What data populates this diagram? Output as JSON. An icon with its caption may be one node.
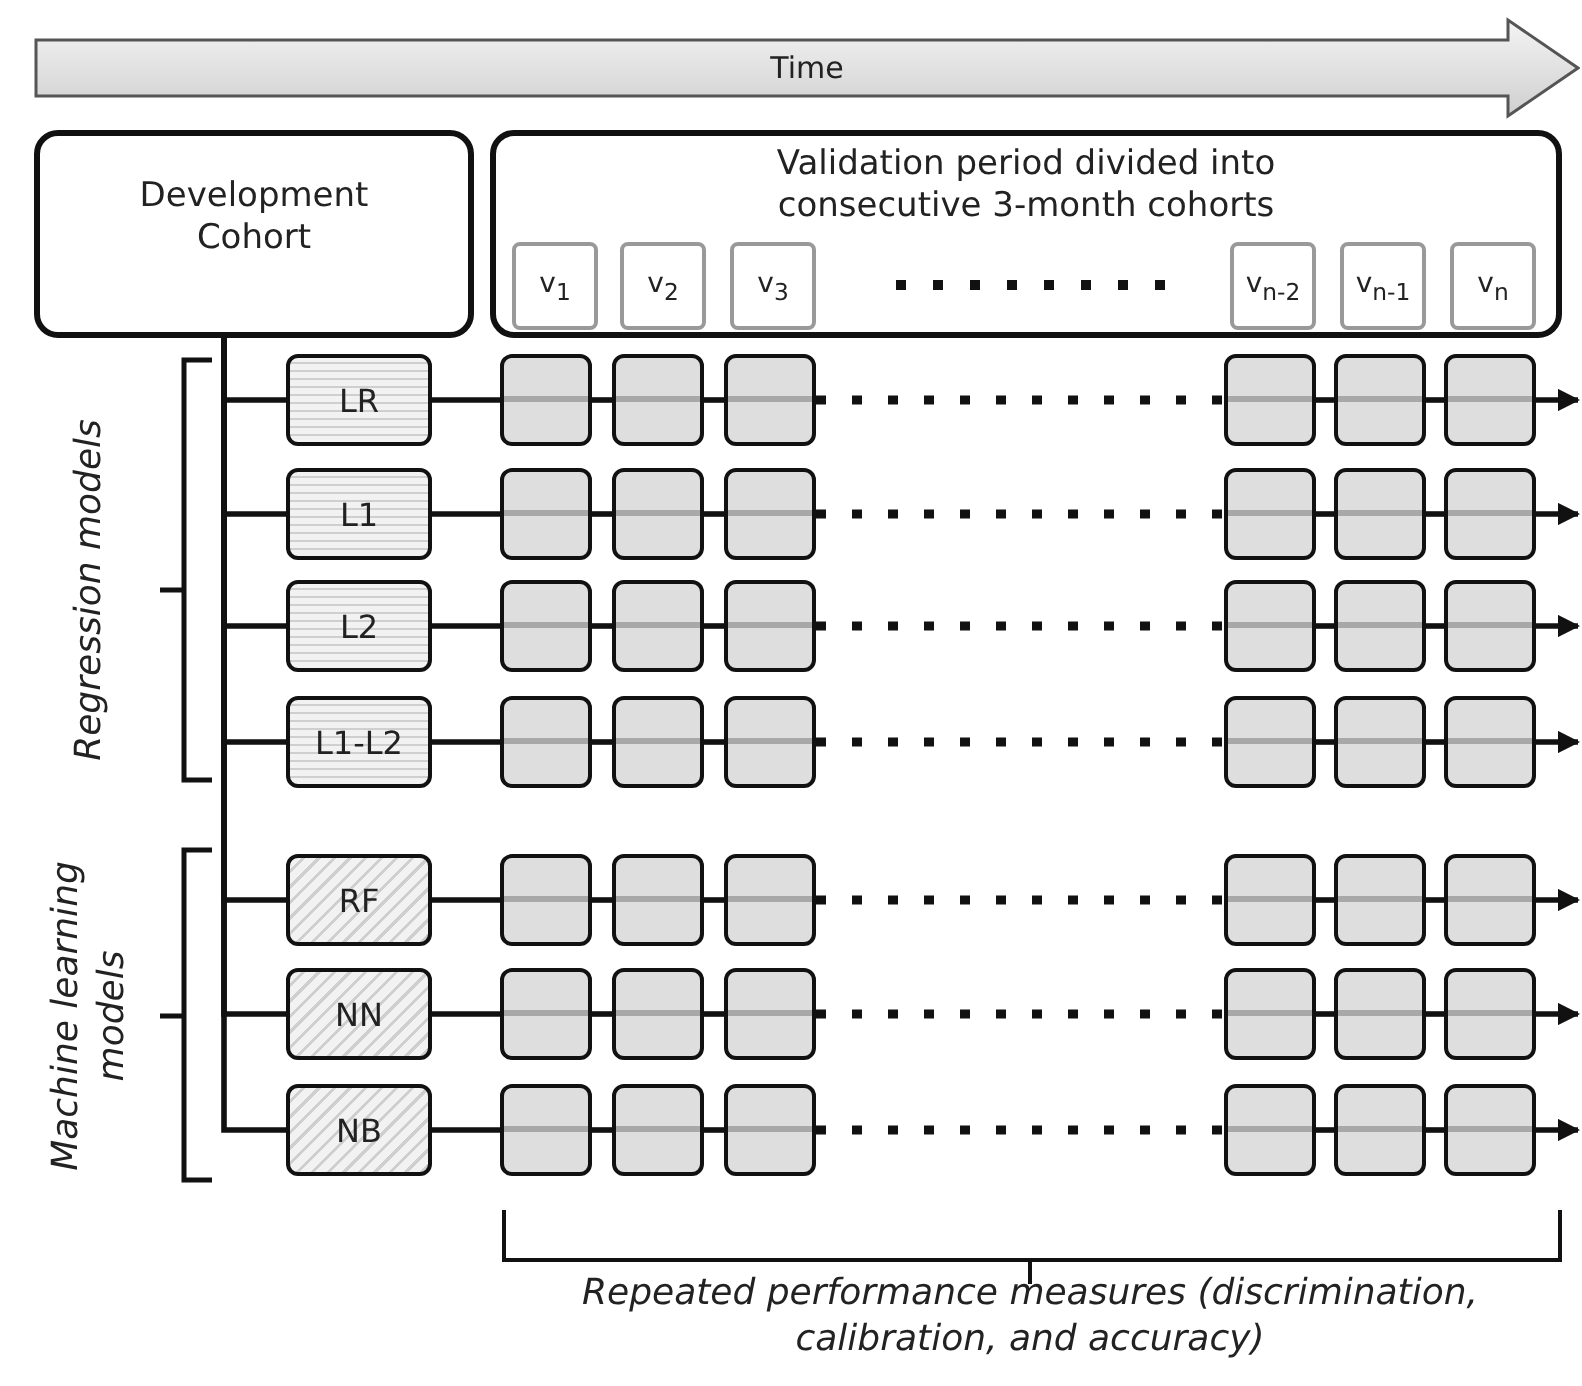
{
  "diagram": {
    "nodes": [
      {
        "text": [
          "Time"
        ]
      },
      {
        "text": [
          "Development Cohort"
        ]
      },
      {
        "text": [
          "Validation period divided into consecutive 3-month cohorts"
        ]
      },
      {
        "text": [
          "v$_{1}$"
        ],
        "in": 2
      },
      {
        "text": [
          "v$_{2}$"
        ],
        "in": 2
      },
      {
        "text": [
          "v$_{3}$"
        ],
        "in": 2
      },
      {
        "text": [
          "v$_{n-2}$"
        ],
        "in": 2
      },
      {
        "text": [
          "v$_{n-1}$"
        ],
        "in": 2
      },
      {
        "text": [
          "v$_{n}$"
        ],
        "in": 2
      },
      {
        "text": [
          "LR"
        ]
      },
      {
        "text": [],
        "shape": "box"
      },
      {
        "text": [],
        "shape": "box"
      },
      {
        "text": [],
        "shape": "box"
      },
      {
        "text": [],
        "shape": "box"
      },
      {
        "text": [],
        "shape": "box"
      },
      {
        "text": [],
        "shape": "box"
      },
      {
        "text": [
          "L1"
        ]
      },
      {
        "text": [],
        "shape": "box"
      },
      {
        "text": [],
        "shape": "box"
      },
      {
        "text": [],
        "shape": "box"
      },
      {
        "text": [],
        "shape": "box"
      },
      {
        "text": [],
        "shape": "box"
      },
      {
        "text": [],
        "shape": "box"
      },
      {
        "text": [
          "L2"
        ]
      },
      {
        "text": [],
        "shape": "box"
      },
      {
        "text": [],
        "shape": "box"
      },
      {
        "text": [],
        "shape": "box"
      },
      {
        "text": [],
        "shape": "box"
      },
      {
        "text": [],
        "shape": "box"
      },
      {
        "text": [],
        "shape": "box"
      },
      {
        "text": [
          "L1-L2"
        ]
      },
      {
        "text": [],
        "shape": "box"
      },
      {
        "text": [],
        "shape": "box"
      },
      {
        "text": [],
        "shape": "box"
      },
      {
        "text": [],
        "shape": "box"
      },
      {
        "text": [],
        "shape": "box"
      },
      {
        "text": [],
        "shape": "box"
      },
      {
        "text": [
          "RF"
        ]
      },
      {
        "text": [],
        "shape": "box"
      },
      {
        "text": [],
        "shape": "box"
      },
      {
        "text": [],
        "shape": "box"
      },
      {
        "text": [],
        "shape": "box"
      },
      {
        "text": [],
        "shape": "box"
      },
      {
        "text": [],
        "shape": "box"
      },
      {
        "text": [
          "NN"
        ]
      },
      {
        "text": [],
        "shape": "box"
      },
      {
        "text": [],
        "shape": "box"
      },
      {
        "text": [],
        "shape": "box"
      },
      {
        "text": [],
        "shape": "box"
      },
      {
        "text": [],
        "shape": "box"
      },
      {
        "text": [],
        "shape": "box"
      },
      {
        "text": [
          "NB"
        ]
      },
      {
        "text": [],
        "shape": "box"
      },
      {
        "text": [],
        "shape": "box"
      },
      {
        "text": [],
        "shape": "box"
      },
      {
        "text": [],
        "shape": "box"
      },
      {
        "text": [],
        "shape": "box"
      },
      {
        "text": [],
        "shape": "box"
      }
    ],
    "edges": [
      {
        "from": 1,
        "to": 9,
        "arrow": "none"
      },
      {
        "from": 1,
        "to": 16,
        "arrow": "none"
      },
      {
        "from": 1,
        "to": 23,
        "arrow": "none"
      },
      {
        "from": 1,
        "to": 30,
        "arrow": "none"
      },
      {
        "from": 1,
        "to": 37,
        "arrow": "none"
      },
      {
        "from": 1,
        "to": 44,
        "arrow": "none"
      },
      {
        "from": 1,
        "to": 51,
        "arrow": "none"
      },
      {
        "from": 9,
        "to": 10,
        "arrow": "none"
      },
      {
        "from": 10,
        "to": 11,
        "arrow": "none"
      },
      {
        "from": 11,
        "to": 12,
        "arrow": "none"
      },
      {
        "from": 12,
        "to": 13,
        "arrow": "none",
        "style": "dashed"
      },
      {
        "from": 13,
        "to": 14,
        "arrow": "none"
      },
      {
        "from": 14,
        "to": 15,
        "arrow": "none"
      },
      {
        "from": 15,
        "to": null,
        "arrow": "to"
      },
      {
        "from": 16,
        "to": 17,
        "arrow": "none"
      },
      {
        "from": 17,
        "to": 18,
        "arrow": "none"
      },
      {
        "from": 18,
        "to": 19,
        "arrow": "none"
      },
      {
        "from": 19,
        "to": 20,
        "arrow": "none",
        "style": "dashed"
      },
      {
        "from": 20,
        "to": 21,
        "arrow": "none"
      },
      {
        "from": 21,
        "to": 22,
        "arrow": "none"
      },
      {
        "from": 22,
        "to": null,
        "arrow": "to"
      },
      {
        "from": 23,
        "to": 24,
        "arrow": "none"
      },
      {
        "from": 24,
        "to": 25,
        "arrow": "none"
      },
      {
        "from": 25,
        "to": 26,
        "arrow": "none"
      },
      {
        "from": 26,
        "to": 27,
        "arrow": "none",
        "style": "dashed"
      },
      {
        "from": 27,
        "to": 28,
        "arrow": "none"
      },
      {
        "from": 28,
        "to": 29,
        "arrow": "none"
      },
      {
        "from": 29,
        "to": null,
        "arrow": "to"
      },
      {
        "from": 30,
        "to": 31,
        "arrow": "none"
      },
      {
        "from": 31,
        "to": 32,
        "arrow": "none"
      },
      {
        "from": 32,
        "to": 33,
        "arrow": "none"
      },
      {
        "from": 33,
        "to": 34,
        "arrow": "none",
        "style": "dashed"
      },
      {
        "from": 34,
        "to": 35,
        "arrow": "none"
      },
      {
        "from": 35,
        "to": 36,
        "arrow": "none"
      },
      {
        "from": 36,
        "to": null,
        "arrow": "to"
      },
      {
        "from": 37,
        "to": 38,
        "arrow": "none"
      },
      {
        "from": 38,
        "to": 39,
        "arrow": "none"
      },
      {
        "from": 39,
        "to": 40,
        "arrow": "none"
      },
      {
        "from": 40,
        "to": 41,
        "arrow": "none",
        "style": "dashed"
      },
      {
        "from": 41,
        "to": 42,
        "arrow": "none"
      },
      {
        "from": 42,
        "to": 43,
        "arrow": "none"
      },
      {
        "from": 43,
        "to": null,
        "arrow": "to"
      },
      {
        "from": 44,
        "to": 45,
        "arrow": "none"
      },
      {
        "from": 45,
        "to": 46,
        "arrow": "none"
      },
      {
        "from": 46,
        "to": 47,
        "arrow": "none"
      },
      {
        "from": 47,
        "to": 48,
        "arrow": "none",
        "style": "dashed"
      },
      {
        "from": 48,
        "to": 49,
        "arrow": "none"
      },
      {
        "from": 49,
        "to": 50,
        "arrow": "none"
      },
      {
        "from": 50,
        "to": null,
        "arrow": "to"
      },
      {
        "from": 51,
        "to": 52,
        "arrow": "none"
      },
      {
        "from": 52,
        "to": 53,
        "arrow": "none"
      },
      {
        "from": 53,
        "to": 54,
        "arrow": "none"
      },
      {
        "from": 54,
        "to": 55,
        "arrow": "none",
        "style": "dashed"
      },
      {
        "from": 55,
        "to": 56,
        "arrow": "none"
      },
      {
        "from": 56,
        "to": 57,
        "arrow": "none"
      },
      {
        "from": 57,
        "to": null,
        "arrow": "to"
      }
    ],
    "labels": [
      "Regression models",
      "Machine learning models",
      "Repeated performance measures (discrimination, calibration, and accuracy)"
    ]
  }
}
